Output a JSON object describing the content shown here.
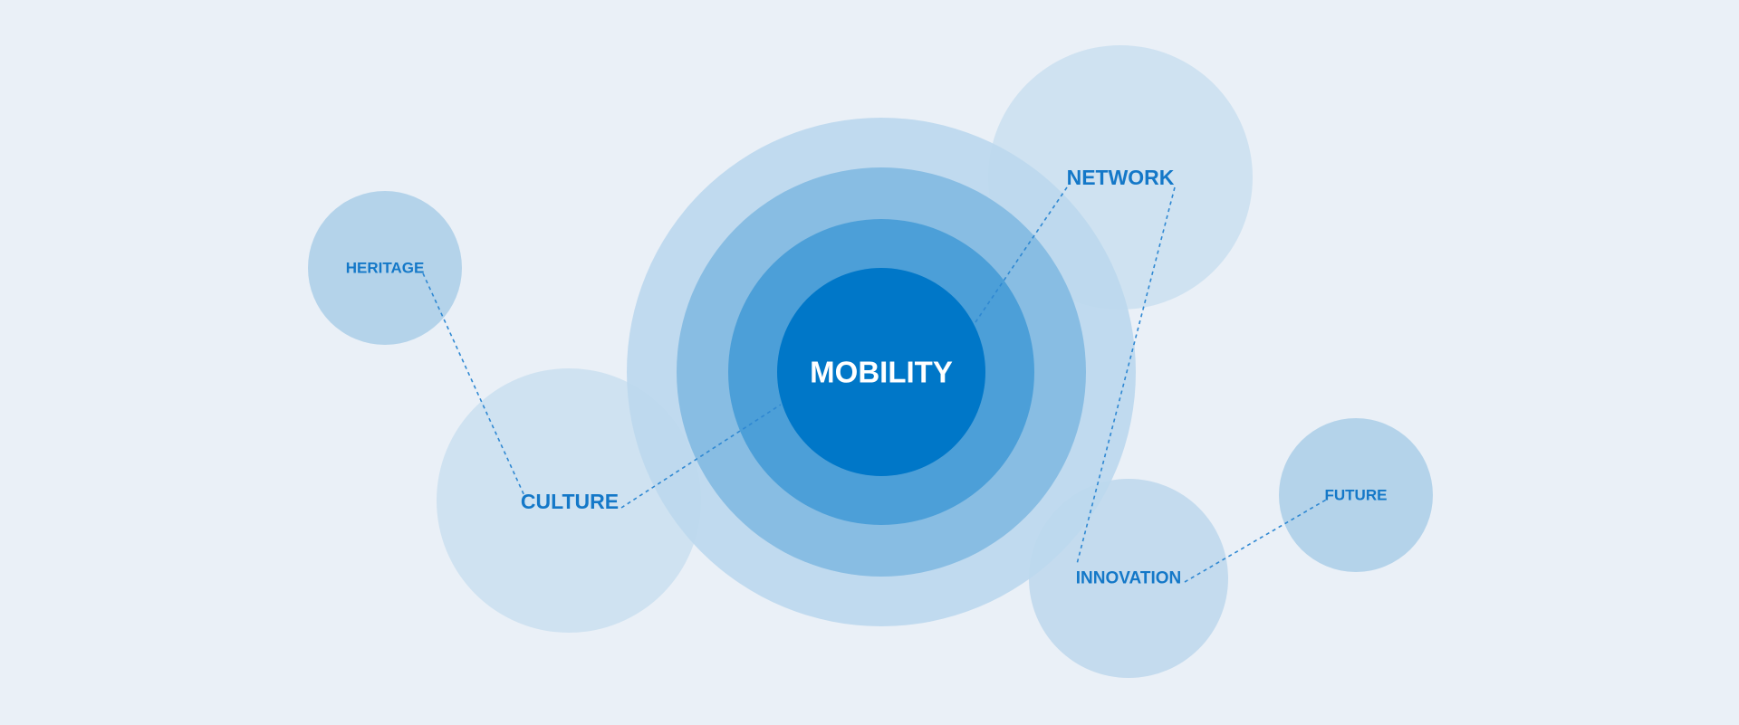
{
  "diagram": {
    "colors": {
      "background": "#eaf0f7",
      "primary": "#0077c8",
      "label": "#1478c8",
      "center_label": "#ffffff",
      "connector": "#2f88d2"
    },
    "center": {
      "label": "MOBILITY"
    },
    "nodes": [
      {
        "id": "network",
        "label": "NETWORK"
      },
      {
        "id": "heritage",
        "label": "HERITAGE"
      },
      {
        "id": "culture",
        "label": "CULTURE"
      },
      {
        "id": "innovation",
        "label": "INNOVATION"
      },
      {
        "id": "future",
        "label": "FUTURE"
      }
    ],
    "connections": [
      {
        "from": "heritage",
        "to": "culture"
      },
      {
        "from": "culture",
        "to": "center"
      },
      {
        "from": "center",
        "to": "network"
      },
      {
        "from": "network",
        "to": "innovation"
      },
      {
        "from": "innovation",
        "to": "future"
      }
    ]
  }
}
